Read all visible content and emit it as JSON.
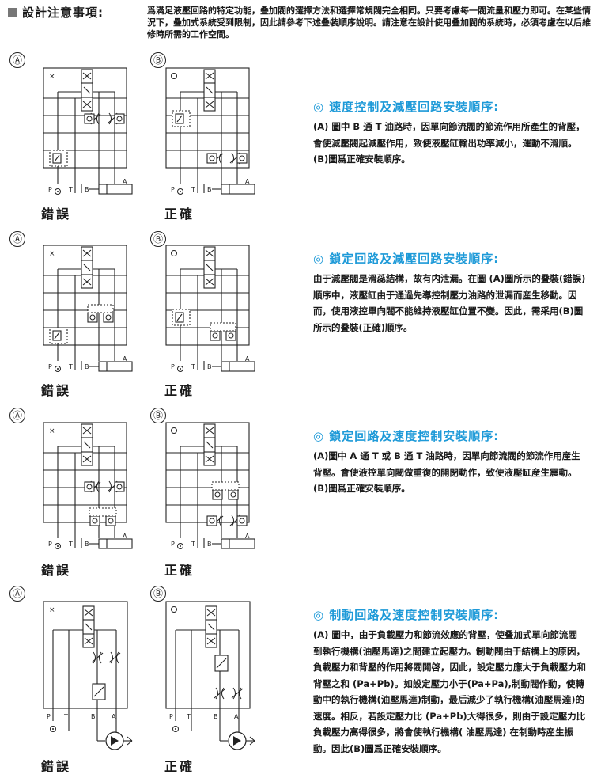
{
  "header": {
    "title": "設計注意事項:",
    "body": "爲滿足液壓回路的特定功能，叠加閥的選擇方法和選擇常規閥完全相同。只要考慮每一閥流量和壓力即可。在某些情況下，疊加式系統受到限制，因此請參考下述叠裝順序說明。請注意在設計使用叠加閥的系統時，必須考慮在以后維修時所需的工作空間。"
  },
  "circle_a": "Ⓐ",
  "circle_b": "Ⓑ",
  "label_wrong": "錯誤",
  "label_right": "正確",
  "port_labels": {
    "p": "P",
    "t": "T",
    "b": "B",
    "a": "A"
  },
  "sections": [
    {
      "title": "◎ 速度控制及減壓回路安裝順序:",
      "text": "(A) 圖中 B 通 T 油路時，因單向節流閥的節流作用所產生的背壓，會使減壓閥起減壓作用，致使液壓缸輸出功率減小，運動不滑順。 (B)圖爲正確安裝順序。"
    },
    {
      "title": "◎ 鎖定回路及減壓回路安裝順序:",
      "text": "由于減壓閥是滑蕊結構，故有内泄漏。在圖 (A)圖所示的叠裝(錯誤)順序中，液壓缸由于通過先導控制壓力油路的泄漏而産生移動。因而，使用液控單向閥不能維持液壓缸位置不變。因此，需采用(B)圖所示的叠裝(正確)順序。"
    },
    {
      "title": "◎ 鎖定回路及速度控制安裝順序:",
      "text": "(A)圖中 A 通 T 或 B 通 T 油路時，因單向節流閥的節流作用産生背壓。會使液控單向閥做重復的開閉動作，致使液壓缸産生震動。(B)圖爲正確安裝順序。"
    },
    {
      "title": "◎ 制動回路及速度控制安裝順序:",
      "text": "(A) 圖中，由于負載壓力和節流效應的背壓，使叠加式單向節流閥到執行機構(油壓馬達)之間建立起壓力。制動閥由于結構上的原因，負載壓力和背壓的作用將閥開啓，因此，設定壓力應大于負載壓力和背壓之和 (Pa+Pb)。如設定壓力小于(Pa+Pa),制動閥作動，使轉動中的執行機構(油壓馬達)制動，最后減少了執行機構(油壓馬達)的速度。相反，若設定壓力比 (Pa+Pb)大得很多，則由于設定壓力比負載壓力高得很多，將會使執行機構( 油壓馬達) 在制動時産生振動。因此(B)圖爲正確安裝順序。"
    }
  ]
}
